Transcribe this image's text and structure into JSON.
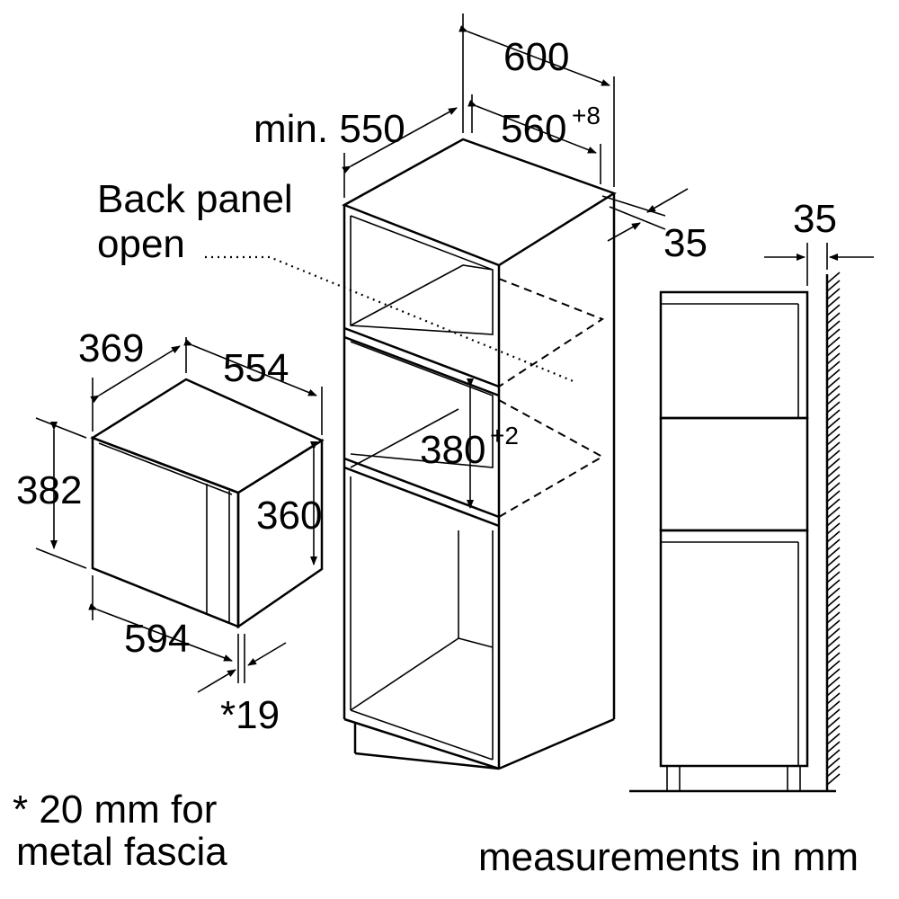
{
  "title": "Built-in microwave installation dimensions",
  "labels": {
    "width_600": "600",
    "depth_min": "min. 550",
    "niche_width": "560",
    "niche_width_tol": "+8",
    "back_panel_line1": "Back panel",
    "back_panel_line2": "open",
    "back_gap_top": "35",
    "back_gap_side": "35",
    "device_depth": "369",
    "device_width_top": "554",
    "device_height": "382",
    "device_inner_height": "360",
    "niche_height": "380",
    "niche_height_tol": "+2",
    "device_width": "594",
    "fascia_depth": "*19",
    "footnote_line1": "* 20 mm for",
    "footnote_line2": "metal fascia",
    "units_note": "measurements in mm"
  }
}
